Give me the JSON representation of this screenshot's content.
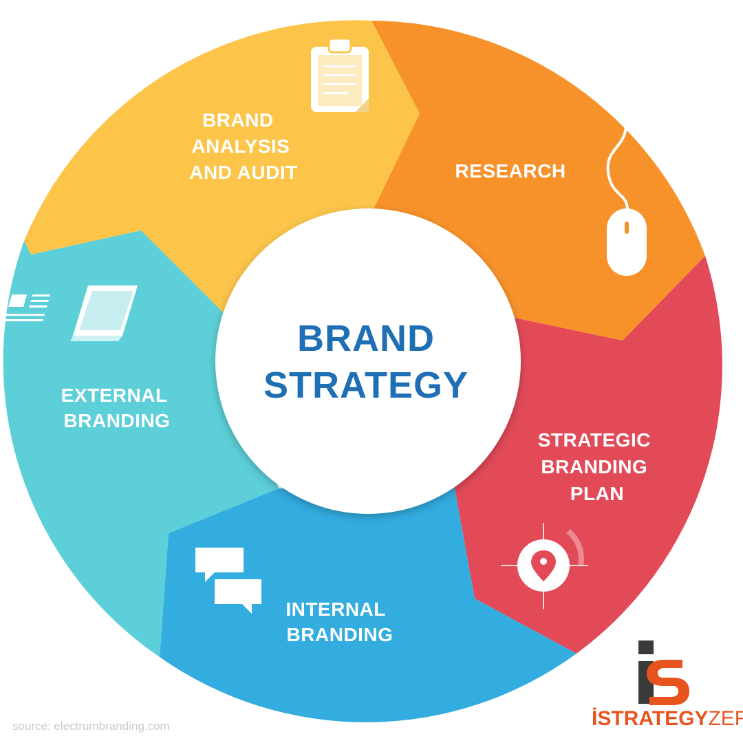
{
  "diagram": {
    "center": {
      "line1": "BRAND",
      "line2": "STRATEGY",
      "color": "#1f6fb5"
    },
    "segments": [
      {
        "label_lines": [
          "BRAND",
          "ANALYSIS",
          "AND AUDIT"
        ],
        "icon": "clipboard-icon",
        "color": "#fcc54a"
      },
      {
        "label_lines": [
          "RESEARCH"
        ],
        "icon": "computer-mouse-icon",
        "color": "#f7922b"
      },
      {
        "label_lines": [
          "STRATEGIC",
          "BRANDING",
          "PLAN"
        ],
        "icon": "location-target-icon",
        "color": "#e24a58"
      },
      {
        "label_lines": [
          "INTERNAL",
          "BRANDING"
        ],
        "icon": "chat-bubbles-icon",
        "color": "#33ace0"
      },
      {
        "label_lines": [
          "EXTERNAL",
          "BRANDING"
        ],
        "icon": "newspaper-icon",
        "color": "#5ccfd8"
      }
    ]
  },
  "source": "source: electrumbranding.com",
  "logo": {
    "name_bold": "İSTRATEGY",
    "name_light": "ZER",
    "colors": {
      "dark": "#3a3a3a",
      "orange": "#e8541e"
    }
  }
}
